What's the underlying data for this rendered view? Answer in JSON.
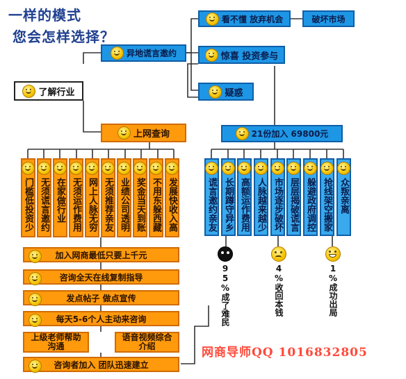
{
  "title": {
    "line1": "一样的模式",
    "line2": "您会怎样选择？"
  },
  "nodes": {
    "understand": "了解行业",
    "invite": "异地谎言邀约",
    "online": "上网查询",
    "dont_understand": "看不懂  放弃机会",
    "break_market": "破坏市场",
    "surprise": "惊喜  投资参与",
    "doubt": "疑惑",
    "join21": "21份加入  69800元"
  },
  "left_columns": [
    "门槛低投资少",
    "无须谎言邀约",
    "在家做行业",
    "无须运作费用",
    "网上人脉无穷",
    "无须推荐亲友",
    "业绩公司透明",
    "奖金当天到账",
    "不用东躲西藏",
    "发展快收入高"
  ],
  "right_columns": [
    "谎言邀约亲友",
    "长期蹲守异乡",
    "高额运作费用",
    "人脉越来越少",
    "市场逐步破坏",
    "层层揭破谎言",
    "躲避政府调控",
    "抢线架空搬家",
    "众叛亲离"
  ],
  "left_steps": [
    "加入网商最低只要上千元",
    "咨询全天在线复制指导",
    "发点帖子    做点宣传",
    "每天5-6个人主动来咨询"
  ],
  "support": {
    "teacher": "上级老师帮助沟通",
    "media": "语音视频综合介绍"
  },
  "final_step": "咨询者加入    团队迅速建立",
  "outcomes": [
    {
      "text": "95%成了难民",
      "face": "skull"
    },
    {
      "text": "4%收回本钱",
      "face": "worried"
    },
    {
      "text": "1%成功出局",
      "face": "grin"
    }
  ],
  "watermark": "网商导师QQ  1016832805",
  "colors": {
    "blue": "#1e96e6",
    "orange": "#ff9a0d",
    "title": "#1f3f8f",
    "watermark": "#ff4a3a"
  }
}
